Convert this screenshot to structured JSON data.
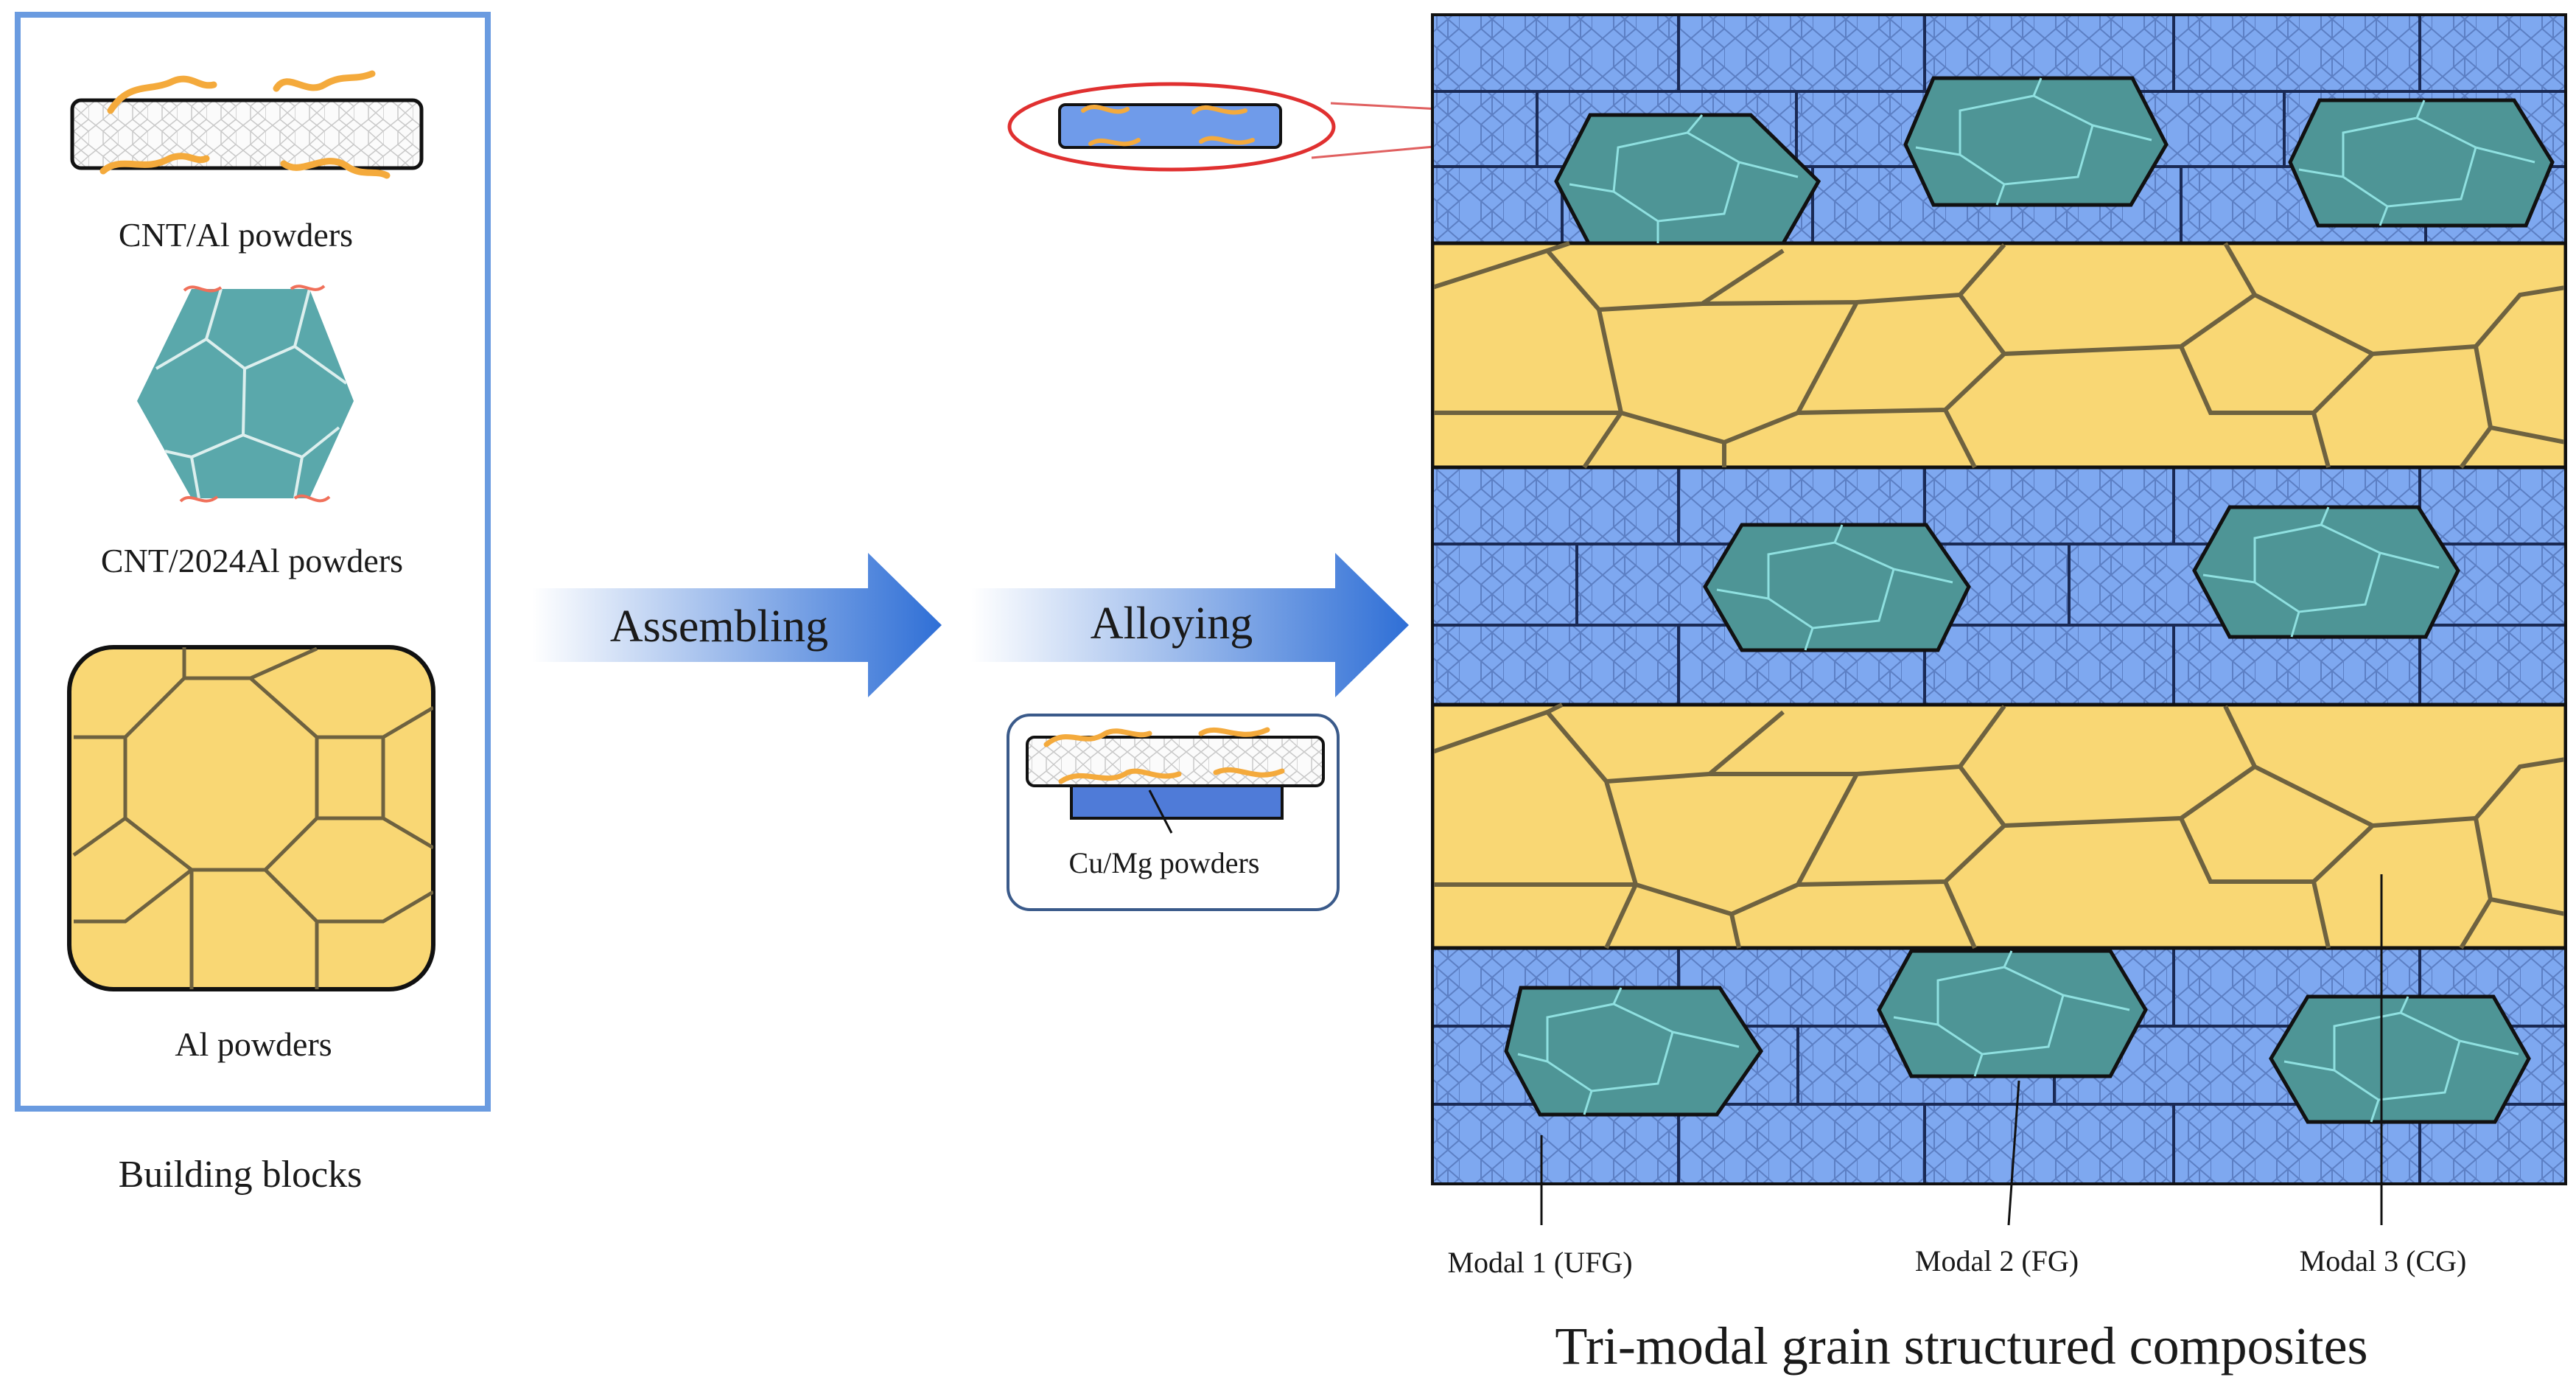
{
  "building_blocks": {
    "cnt_al_label": "CNT/Al powders",
    "cnt_2024al_label": "CNT/2024Al powders",
    "al_label": "Al powders",
    "panel_title": "Building blocks"
  },
  "arrows": {
    "assembling": "Assembling",
    "alloying": "Alloying"
  },
  "alloying_inset": {
    "cu_mg_label": "Cu/Mg powders"
  },
  "composite": {
    "modal_1": "Modal 1 (UFG)",
    "modal_2": "Modal 2 (FG)",
    "modal_3": "Modal 3 (CG)",
    "title": "Tri-modal grain structured composites"
  },
  "colors": {
    "panel_border": "#6a9be0",
    "ufg_blue": "#7da6ef",
    "fg_teal": "#4e9596",
    "cg_yellow": "#f9d774",
    "cnt_orange": "#f4aa3c",
    "highlight_red": "#e03030",
    "arrow_blue": "#2f6fd6"
  }
}
